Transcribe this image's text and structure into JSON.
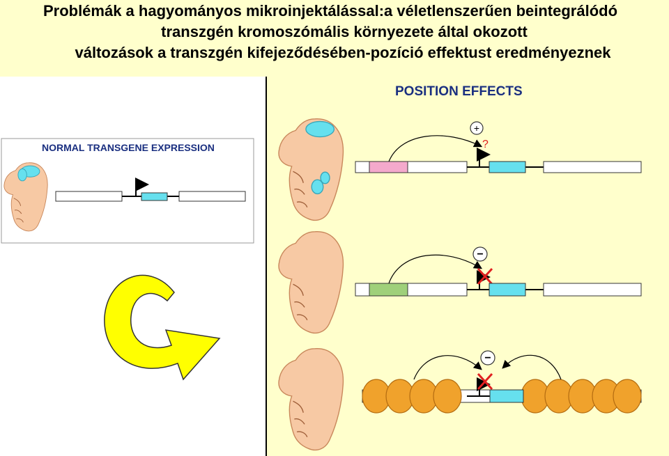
{
  "title": {
    "line1": "Problémák a hagyományos mikroinjektálással:a véletlenszerűen beintegrálódó",
    "line2": "transzgén kromoszómális környezete által okozott",
    "line3": "változások a transzgén kifejeződésében-pozíció effektust eredményeznek"
  },
  "normal_panel": {
    "heading": "NORMAL TRANSGENE EXPRESSION"
  },
  "position_panel": {
    "heading": "POSITION EFFECTS",
    "row1_sign": "+",
    "row1_mark": "?",
    "row2_sign": "−",
    "row3_sign": "−"
  },
  "colors": {
    "embryo": "#f7c9a4",
    "embryo_outline": "#c8875b",
    "expression": "#66e0ee",
    "enhancer": "#f4a9cc",
    "silencer": "#9fd07a",
    "chromatin": "#f0a22c",
    "cross": "#e02020",
    "arrow": "#ffff00"
  }
}
